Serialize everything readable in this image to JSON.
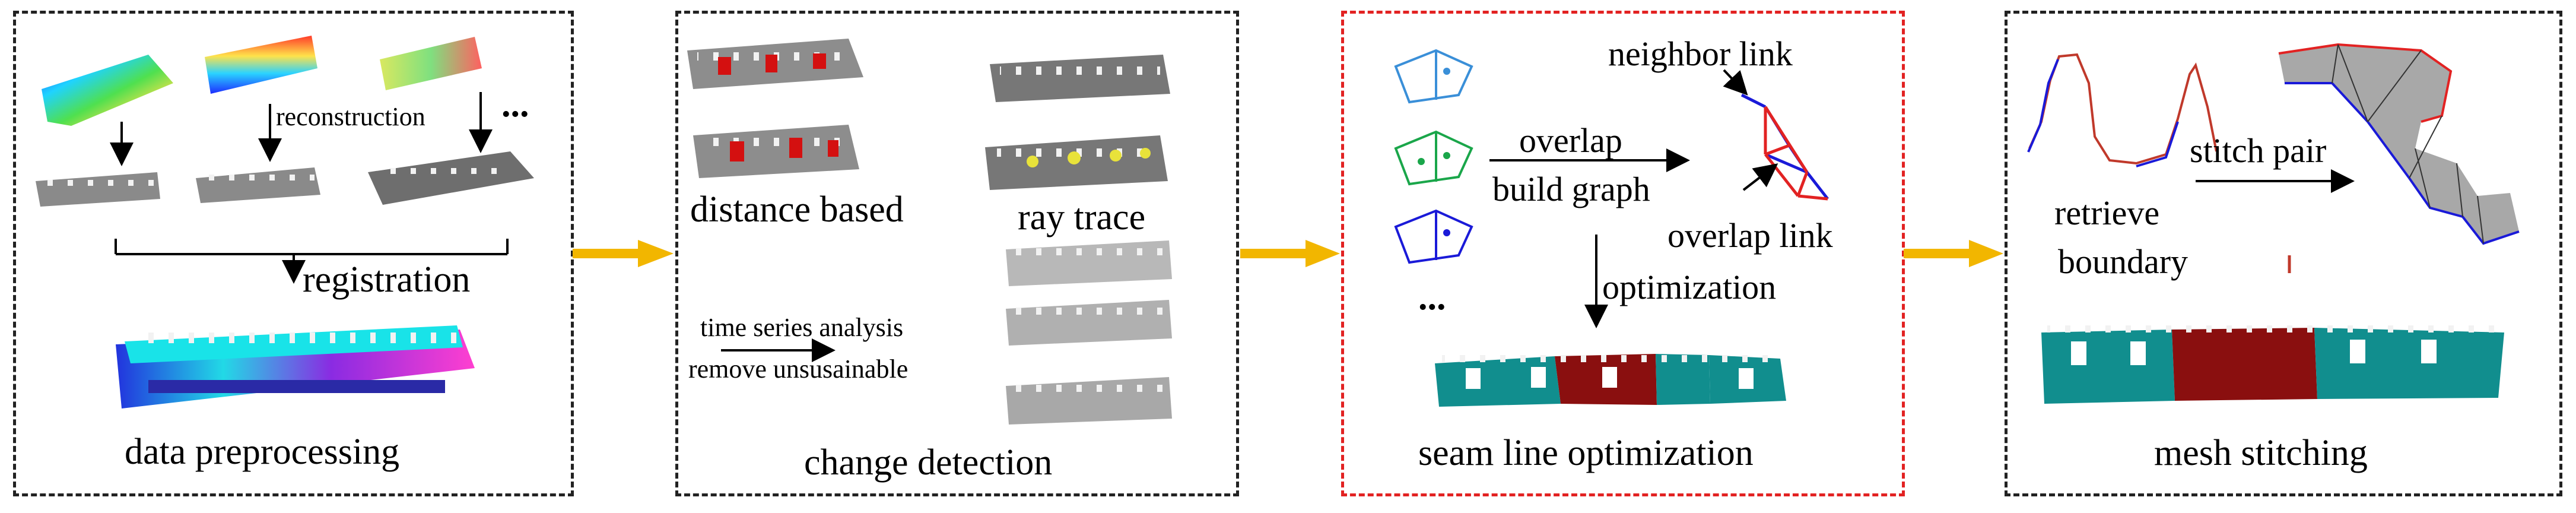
{
  "colors": {
    "panel_border": "#222222",
    "panel_border_highlight": "#e22222",
    "flow_arrow": "#f2b600",
    "mesh_gray": "#8a8a8a",
    "change_red": "#d41010",
    "seam_teal": "#118e8e",
    "seam_maroon": "#8a0f0f"
  },
  "panel1": {
    "title": "data preprocessing",
    "reconstruction_label": "reconstruction",
    "ellipsis": "...",
    "registration_label": "registration",
    "icons": [
      "colored-scan-icon",
      "gray-mesh-icon",
      "registered-mesh-icon"
    ]
  },
  "panel2": {
    "title": "change detection",
    "distance_label": "distance based",
    "raytrace_label": "ray trace",
    "timeseries_label": "time series analysis",
    "remove_label": "remove unsusainable"
  },
  "panel3": {
    "title": "seam line optimization",
    "neighbor_label": "neighbor link",
    "overlap_label": "overlap",
    "build_graph_label": "build graph",
    "overlap_link_label": "overlap link",
    "optimization_label": "optimization",
    "ellipsis": "..."
  },
  "panel4": {
    "title": "mesh stitching",
    "retrieve_label": "retrieve",
    "boundary_label": "boundary",
    "stitch_pair_label": "stitch pair"
  }
}
